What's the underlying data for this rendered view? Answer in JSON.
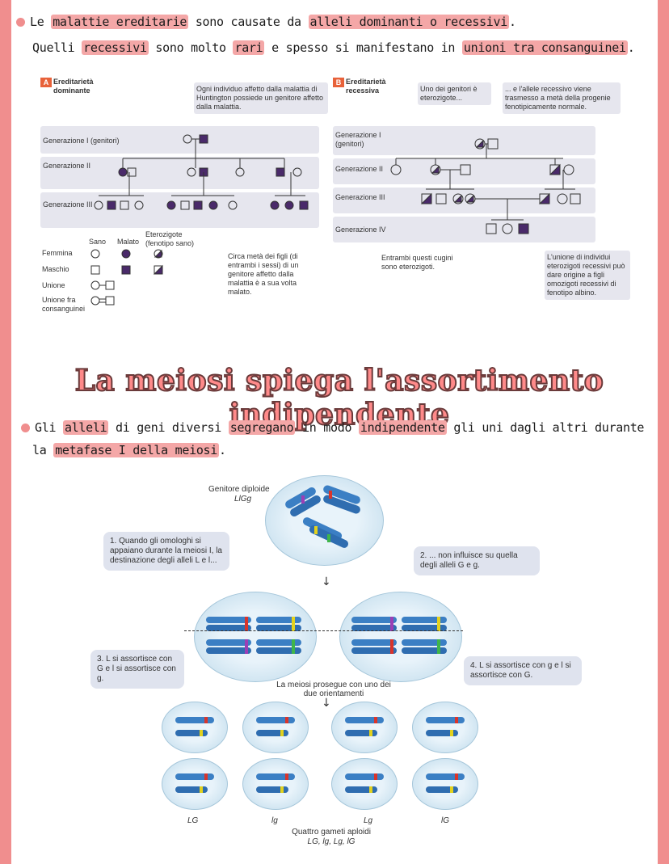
{
  "intro": {
    "line1_parts": [
      "Le ",
      "malattie ereditarie",
      " sono causate da ",
      "alleli dominanti o recessivi",
      "."
    ],
    "line2_parts": [
      "Quelli ",
      "recessivi",
      " sono molto ",
      "rari",
      " e spesso si manifestano in ",
      "unioni tra consanguinei",
      "."
    ]
  },
  "pedigree_a": {
    "badge": "A",
    "heading": "Ereditarietà dominante",
    "note_top": "Ogni individuo affetto dalla malattia di Huntington possiede un genitore affetto dalla malattia.",
    "gen1": "Generazione I (genitori)",
    "gen2": "Generazione II",
    "gen3": "Generazione III",
    "note_bottom": "Circa metà dei figli (di entrambi i sessi) di un genitore affetto dalla malattia è a sua volta malato."
  },
  "legend": {
    "col_sano": "Sano",
    "col_malato": "Malato",
    "col_eterozigote": "Eterozigote (fenotipo sano)",
    "femmina": "Femmina",
    "maschio": "Maschio",
    "unione": "Unione",
    "unione_consanguinei": "Unione fra consanguinei"
  },
  "pedigree_b": {
    "badge": "B",
    "heading": "Ereditarietà recessiva",
    "note_1": "Uno dei genitori è eterozigote...",
    "note_2": "... e l'allele recessivo viene trasmesso a metà della progenie fenotipicamente normale.",
    "gen1": "Generazione I (genitori)",
    "gen2": "Generazione II",
    "gen3": "Generazione III",
    "gen4": "Generazione IV",
    "note_3": "Entrambi questi cugini sono eterozigoti.",
    "note_4": "L'unione di individui eterozigoti recessivi può dare origine a figli omozigoti recessivi di fenotipo albino."
  },
  "section_title": "La meiosi spiega l'assortimento indipendente",
  "body": {
    "line3_parts": [
      "Gli ",
      "alleli",
      " di geni diversi ",
      "segregano",
      " in modo ",
      "indipendente",
      " gli uni dagli altri durante"
    ],
    "line4_parts": [
      "la ",
      "metafase I della meiosi",
      "."
    ]
  },
  "meiosis": {
    "parent_label": "Genitore diploide",
    "parent_genotype": "LlGg",
    "callout_1": "1. Quando gli omologhi si appaiano durante la meiosi I, la destinazione degli alleli L e l...",
    "callout_2": "2. ... non influisce su quella degli alleli G e g.",
    "callout_3": "3. L si assortisce con G e l si assortisce con g.",
    "callout_4": "4. L si assortisce con g e l si assortisce con G.",
    "continue": "La meiosi prosegue con uno dei due orientamenti",
    "gametes": [
      "LG",
      "lg",
      "Lg",
      "lG"
    ],
    "gametes_caption": "Quattro gameti aploidi",
    "gametes_list": "LG, lg, Lg, lG"
  }
}
